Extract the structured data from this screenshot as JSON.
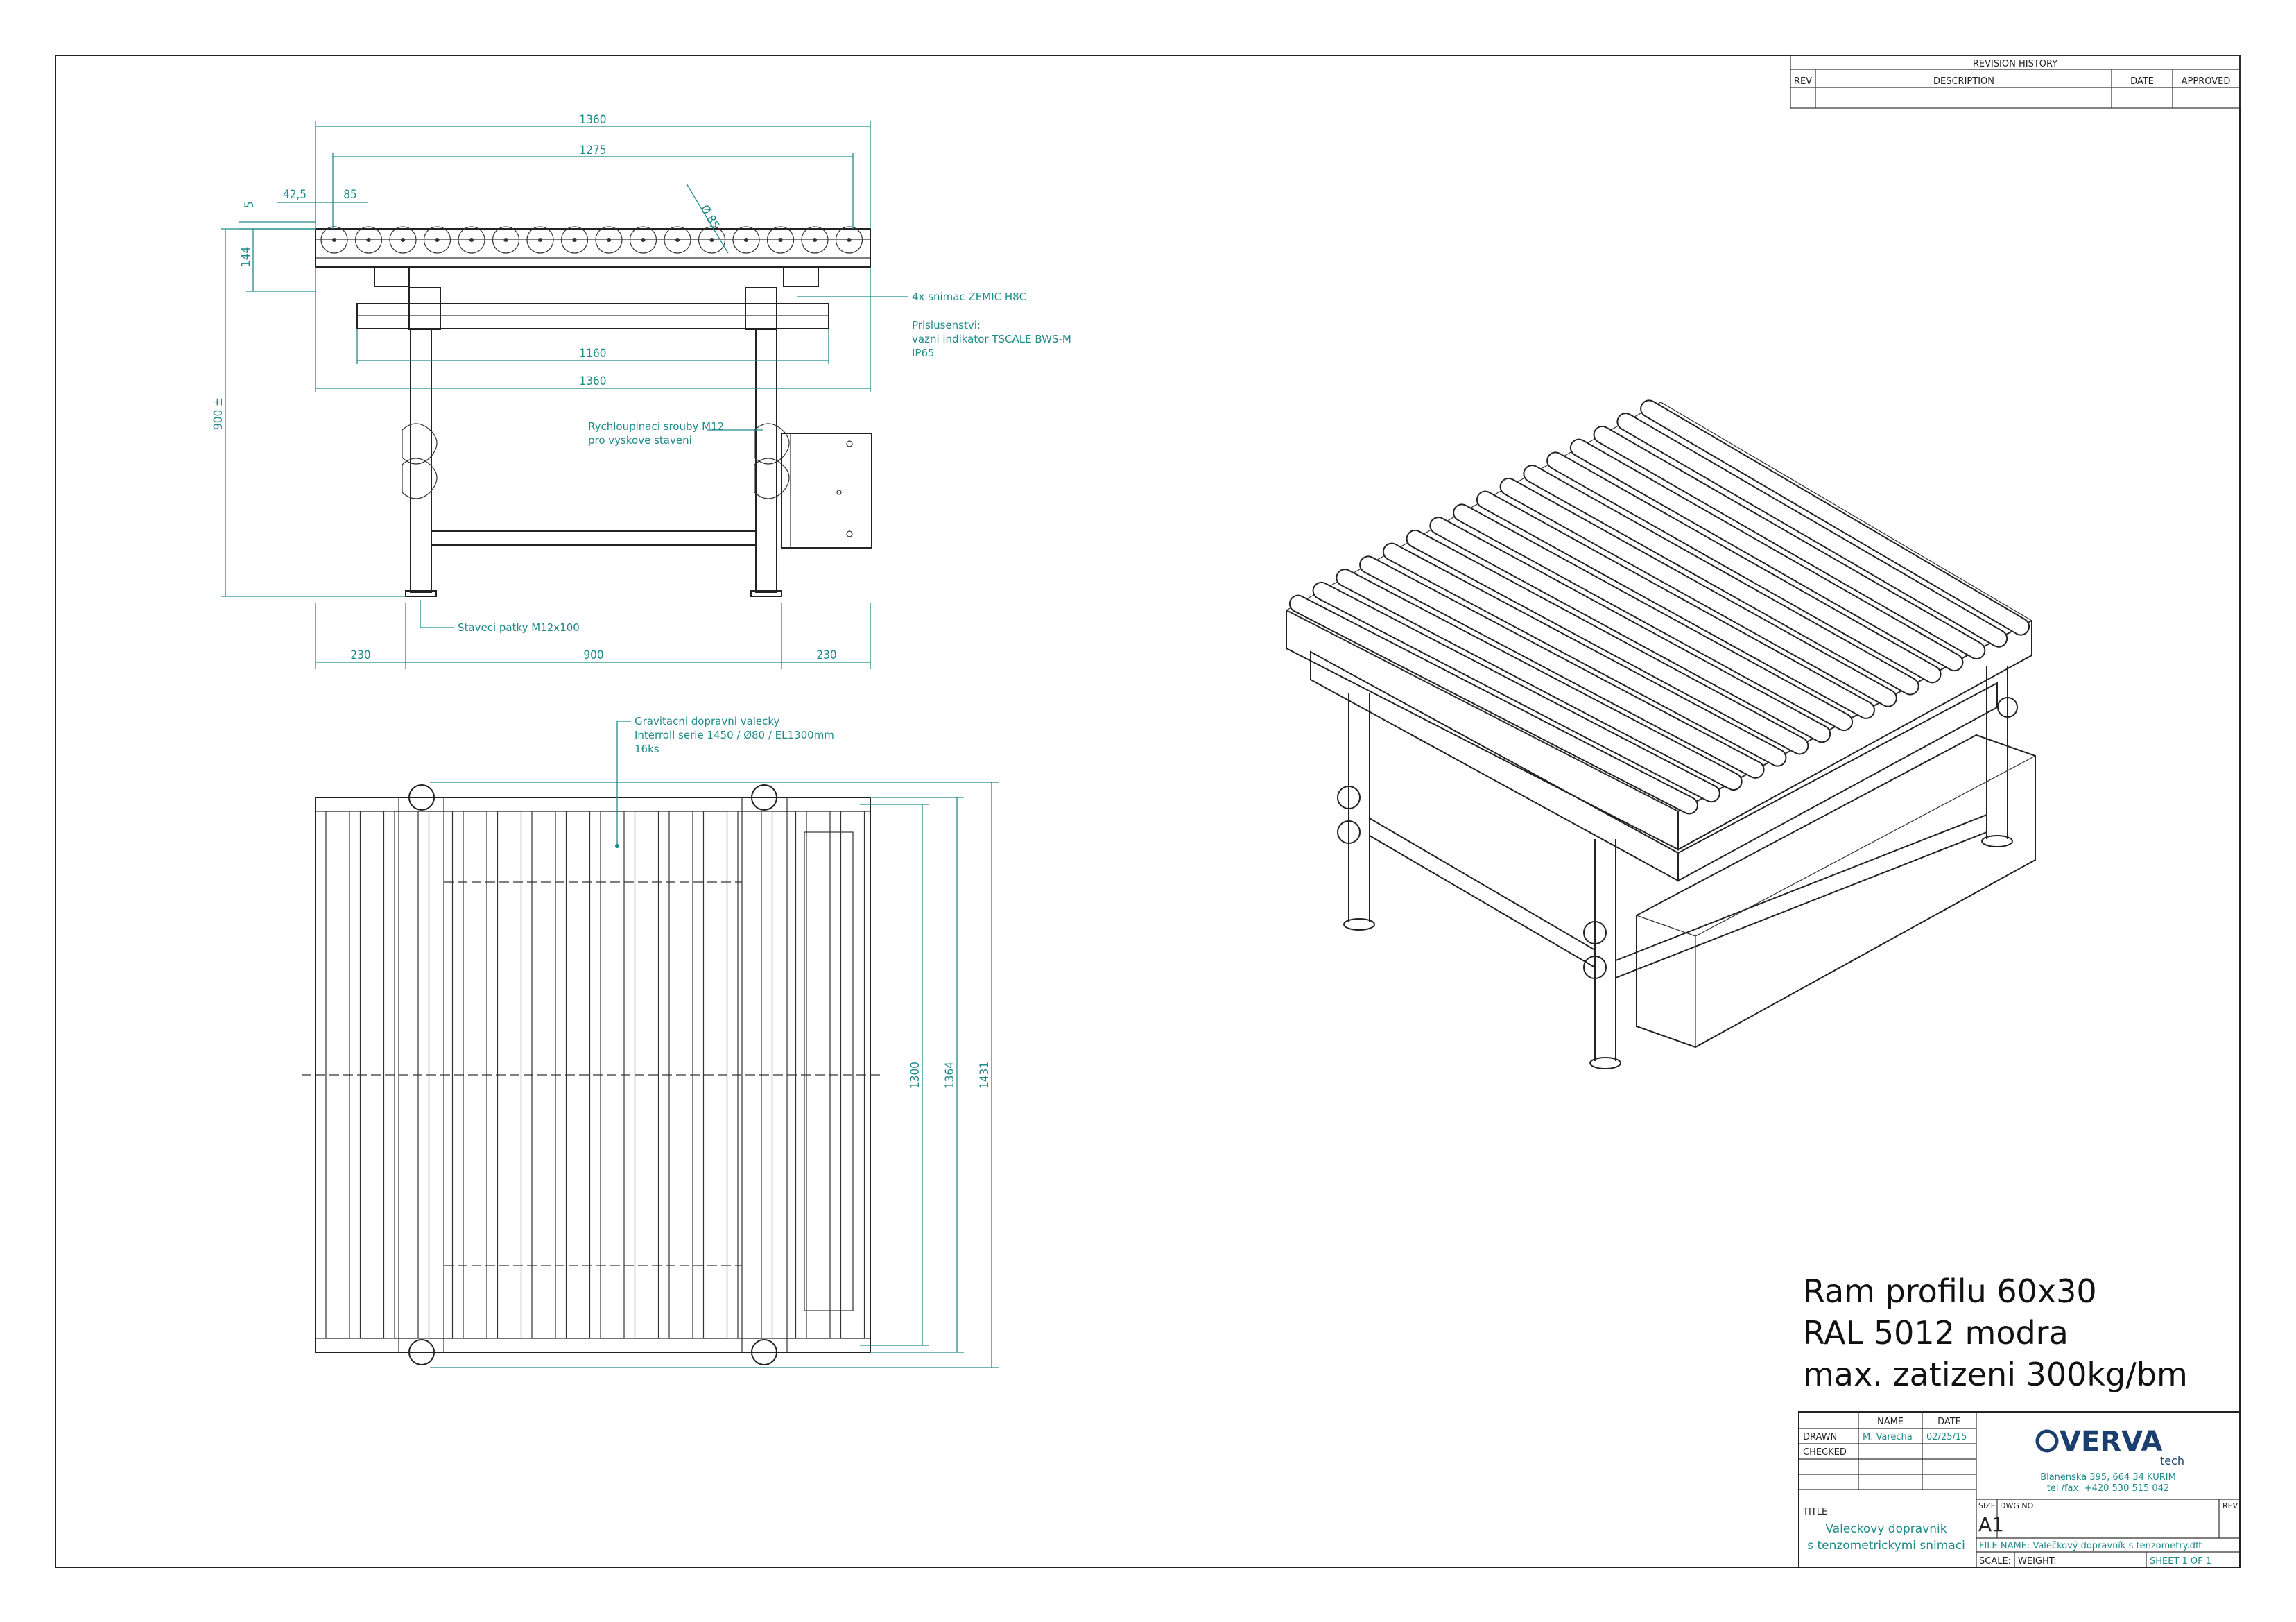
{
  "revision": {
    "title": "REVISION HISTORY",
    "cols": [
      "REV",
      "DESCRIPTION",
      "DATE",
      "APPROVED"
    ]
  },
  "front_view": {
    "dims": {
      "total_width": "1360",
      "roller_span": "1275",
      "offset_left": "42,5",
      "pitch": "85",
      "top_gap": "5",
      "diameter": "Ø 85",
      "frame_height": "144",
      "frame_inner": "1160",
      "frame_outer": "1360",
      "overall_height": "900 ±",
      "foot_left": "230",
      "foot_span": "900",
      "foot_right": "230"
    },
    "notes": {
      "sensor": "4x snimac ZEMIC H8C",
      "acc1": "Prislusenstvi:",
      "acc2": "vazni indikator TSCALE BWS-M",
      "acc3": "IP65",
      "screws1": "Rychloupinaci srouby M12",
      "screws2": "pro vyskove staveni",
      "feet": "Staveci patky M12x100"
    }
  },
  "top_view": {
    "notes": {
      "rollers1": "Gravitacni dopravni valecky",
      "rollers2": "Interroll serie 1450 / Ø80 / EL1300mm",
      "rollers3": "16ks"
    },
    "dims": {
      "d1": "1300",
      "d2": "1364",
      "d3": "1431"
    }
  },
  "spec": {
    "line1": "Ram profilu 60x30",
    "line2": "RAL 5012 modra",
    "line3": "max. zatizeni 300kg/bm"
  },
  "title_block": {
    "col_name": "NAME",
    "col_date": "DATE",
    "drawn_label": "DRAWN",
    "drawn_name": "M. Varecha",
    "drawn_date": "02/25/15",
    "checked_label": "CHECKED",
    "logo_main": "VERVA",
    "logo_sub": "tech",
    "address1": "Blanenska 395, 664 34 KURIM",
    "address2": "tel./fax: +420 530 515 042",
    "title_label": "TITLE",
    "title1": "Valeckovy dopravnik",
    "title2": "s tenzometrickymi snimaci",
    "size_label": "SIZE",
    "size_value": "A1",
    "dwg_label": "DWG NO",
    "rev_label": "REV",
    "file_name": "FILE NAME: Valečkový dopravník s tenzometry.dft",
    "scale_label": "SCALE:",
    "weight_label": "WEIGHT:",
    "sheet": "SHEET 1 OF 1"
  }
}
